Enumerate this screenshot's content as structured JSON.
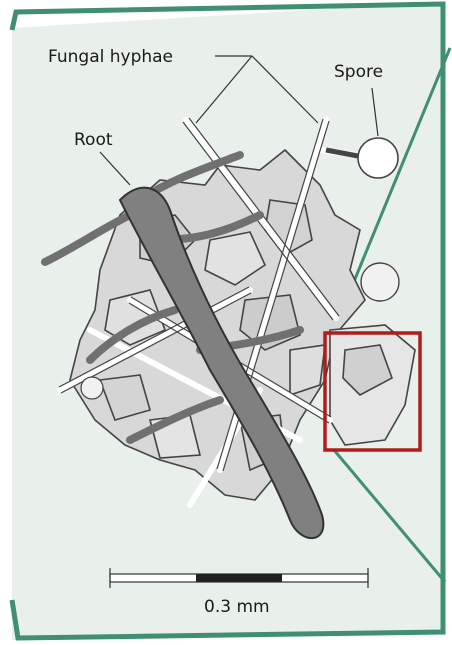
{
  "labels": {
    "hyphae": "Fungal hyphae",
    "spore": "Spore",
    "root": "Root"
  },
  "scale_bar": {
    "label": "0.3 mm"
  },
  "colors": {
    "frame": "#3f8f70",
    "panel": "#e9efea",
    "root": "#808080",
    "highlight": "#b01c1c"
  }
}
